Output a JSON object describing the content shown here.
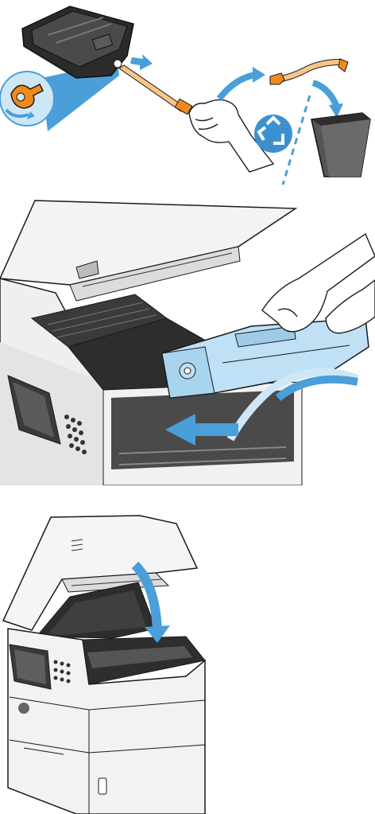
{
  "colors": {
    "line": "#1a1a1a",
    "arrow_blue": "#4a9fd8",
    "light_blue": "#cfe6f6",
    "cartridge_blue": "#bfe0f5",
    "orange_tab": "#f08a1c",
    "orange_light": "#f8c48a",
    "dark_gray": "#3a3a3a",
    "mid_gray": "#6b6b6b",
    "light_gray": "#e9e9e9",
    "recycle_bg": "#3d90d0"
  },
  "icons": {
    "recycle": "recycle-icon",
    "pull_arrow": "arrow-right-icon",
    "close_arrow": "arrow-down-curved-icon",
    "insert_arrow": "arrow-left-icon"
  },
  "steps": [
    {
      "id": "remove-seal-tab"
    },
    {
      "id": "insert-cartridge"
    },
    {
      "id": "close-cover"
    }
  ]
}
